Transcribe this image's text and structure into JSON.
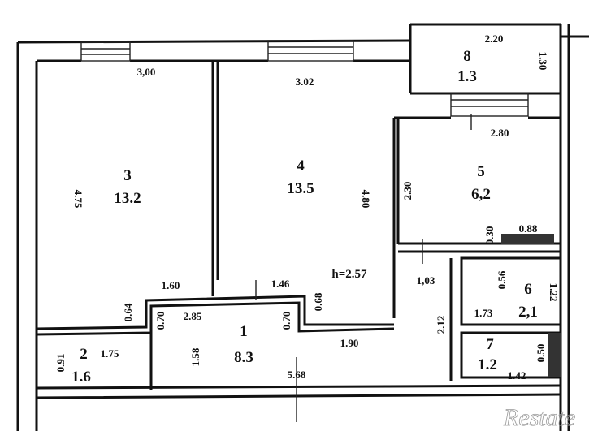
{
  "rooms": [
    {
      "number": "1",
      "area": "8.3"
    },
    {
      "number": "2",
      "area": "1.6"
    },
    {
      "number": "3",
      "area": "13.2"
    },
    {
      "number": "4",
      "area": "13.5"
    },
    {
      "number": "5",
      "area": "6,2"
    },
    {
      "number": "6",
      "area": "2,1"
    },
    {
      "number": "7",
      "area": "1.2"
    },
    {
      "number": "8",
      "area": "1.3"
    }
  ],
  "dimensions": {
    "r3_width": "3,00",
    "r3_height": "4.75",
    "r4_width": "3.02",
    "r4_height": "4.80",
    "r5_height": "2.30",
    "r5_width": "2.80",
    "r5_small": "0.30",
    "r5_radiator": "0.88",
    "r8_width": "2.20",
    "r8_height": "1.30",
    "ceiling_height": "h=2.57",
    "passage": "1,03",
    "r6_a": "0.56",
    "r6_width": "1.73",
    "r6_height": "1.22",
    "r7_height": "0.50",
    "r7_width": "1.42",
    "r67_total": "2.12",
    "r1_a": "1.60",
    "r1_b": "1.46",
    "r1_c": "2.85",
    "r1_d": "0.70",
    "r1_e": "0.70",
    "r1_f": "0.68",
    "r1_g": "0.64",
    "r1_h": "1.90",
    "r1_i": "1.58",
    "r1_j": "5.68",
    "r2_width": "1.75",
    "r2_height": "0.91"
  },
  "watermark": "Restate"
}
